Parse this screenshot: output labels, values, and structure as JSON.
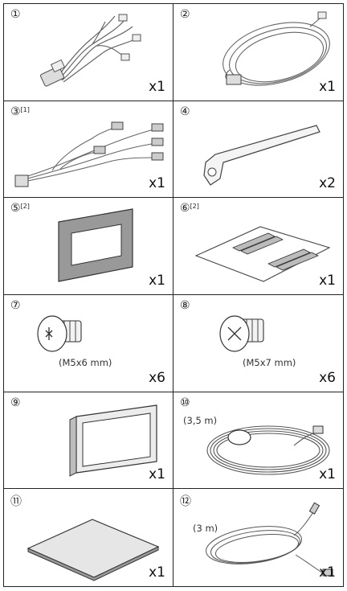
{
  "items": [
    {
      "number": "①",
      "note": "",
      "qty": "x1"
    },
    {
      "number": "②",
      "note": "",
      "qty": "x1"
    },
    {
      "number": "③",
      "note": "[1]",
      "qty": "x1"
    },
    {
      "number": "④",
      "note": "",
      "qty": "x2"
    },
    {
      "number": "⑤",
      "note": "[2]",
      "qty": "x1"
    },
    {
      "number": "⑥",
      "note": "[2]",
      "qty": "x1"
    },
    {
      "number": "⑦",
      "note": "",
      "qty": "x6",
      "spec": "(M5x6 mm)"
    },
    {
      "number": "⑧",
      "note": "",
      "qty": "x6",
      "spec": "(M5x7 mm)"
    },
    {
      "number": "⑨",
      "note": "",
      "qty": "x1"
    },
    {
      "number": "⑩",
      "note": "",
      "qty": "x1",
      "spec": "(3,5 m)"
    },
    {
      "number": "⑪",
      "note": "",
      "qty": "x1"
    },
    {
      "number": "⑫",
      "note": "",
      "qty": "x1",
      "spec": "(3 m)"
    }
  ],
  "icons": [
    "wiring-harness-icon",
    "extension-cable-icon",
    "rca-adapter-cable-icon",
    "extraction-key-icon",
    "trim-plate-icon",
    "adhesive-pads-icon",
    "round-head-screw-icon",
    "flat-head-screw-icon",
    "mounting-bracket-icon",
    "gps-antenna-icon",
    "metal-plate-icon",
    "microphone-icon"
  ]
}
